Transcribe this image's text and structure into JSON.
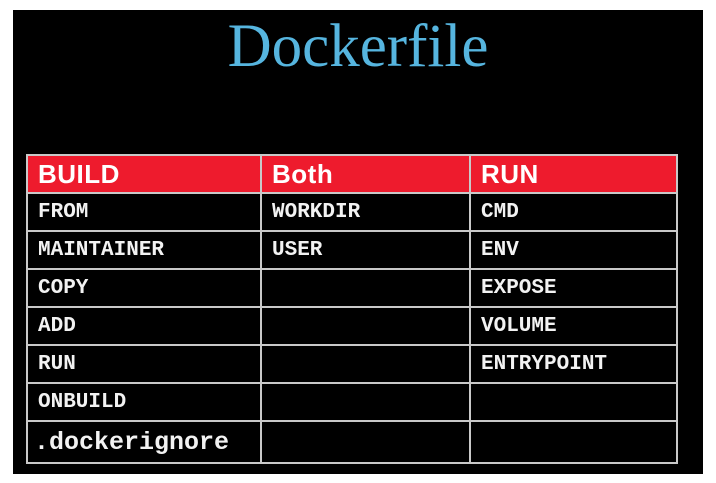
{
  "slide": {
    "title": "Dockerfile",
    "colors": {
      "background": "#000000",
      "page_margin": "#ffffff",
      "title_text": "#56B5DF",
      "header_bg": "#EE1B2D",
      "header_text": "#ffffff",
      "cell_text": "#f2f2f2",
      "table_border": "#c9c9c9"
    }
  },
  "table": {
    "columns": [
      "BUILD",
      "Both",
      "RUN"
    ],
    "rows": [
      [
        "FROM",
        "WORKDIR",
        "CMD"
      ],
      [
        "MAINTAINER",
        "USER",
        "ENV"
      ],
      [
        "COPY",
        "",
        "EXPOSE"
      ],
      [
        "ADD",
        "",
        "VOLUME"
      ],
      [
        "RUN",
        "",
        "ENTRYPOINT"
      ],
      [
        "ONBUILD",
        "",
        ""
      ],
      [
        ".dockerignore",
        "",
        ""
      ]
    ]
  }
}
